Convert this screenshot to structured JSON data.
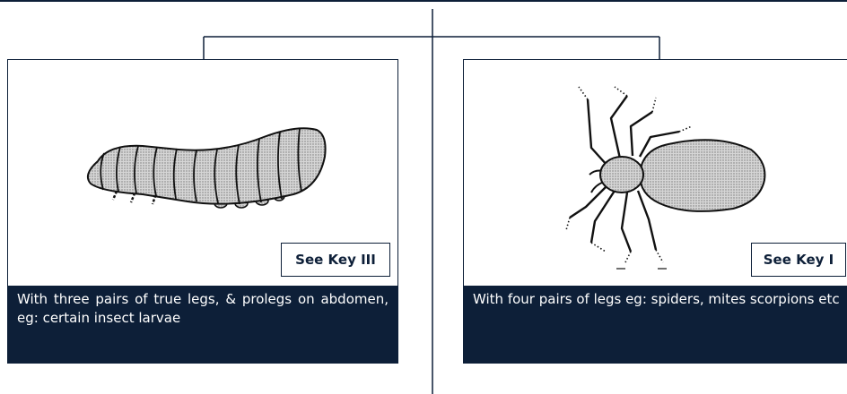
{
  "cards": [
    {
      "key_label": "See Key III",
      "description": "With three pairs of true legs, & prolegs on abdomen, eg: certain insect larvae",
      "illustration": "insect-larva"
    },
    {
      "key_label": "See Key I",
      "description": "With four pairs of legs eg: spiders, mites scorpions etc",
      "illustration": "arachnid"
    }
  ],
  "colors": {
    "navy": "#0d1f38",
    "fill": "#bdbdbd"
  }
}
